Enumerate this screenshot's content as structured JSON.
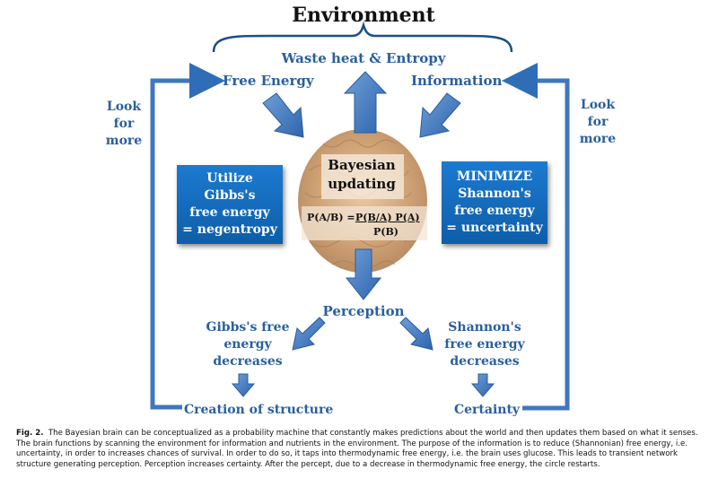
{
  "title": "Environment",
  "top_label": "Waste heat & Entropy",
  "inputs": {
    "left": "Free Energy",
    "right": "Information"
  },
  "look_for_more": {
    "left": "Look for more",
    "right": "Look for more"
  },
  "left_box": {
    "line1": "Utilize",
    "line2": "Gibbs's",
    "line3": "free energy",
    "line4": "= negentropy"
  },
  "right_box": {
    "line1": "MINIMIZE",
    "line2": "Shannon's",
    "line3": "free energy",
    "line4": "= uncertainty"
  },
  "center": {
    "label": "Bayesian updating",
    "formula_lhs": "P(A/B) =",
    "formula_numerator": "P(B/A) P(A)",
    "formula_denominator": "P(B)"
  },
  "perception": "Perception",
  "left_branch": {
    "decrease": "Gibbs's free energy decreases",
    "outcome": "Creation of structure"
  },
  "right_branch": {
    "decrease": "Shannon's free energy decreases",
    "outcome": "Certainty"
  },
  "caption": {
    "label": "Fig. 2.",
    "text": "The Bayesian brain can be conceptualized as a probability machine that constantly makes predictions about the world and then updates them based on what it senses. The brain functions by scanning the environment for information and nutrients in the environment. The purpose of the information is to reduce (Shannonian) free energy, i.e. uncertainty, in order to increases chances of survival. In order to do so, it taps into thermodynamic free energy, i.e. the brain uses glucose. This leads to transient network structure generating perception. Perception increases certainty. After the percept, due to a decrease in thermodynamic free energy, the circle restarts."
  },
  "colors": {
    "text_blue": "#2a5f9e",
    "arrow_blue": "#3f77be",
    "box_blue": "#1368b8"
  }
}
